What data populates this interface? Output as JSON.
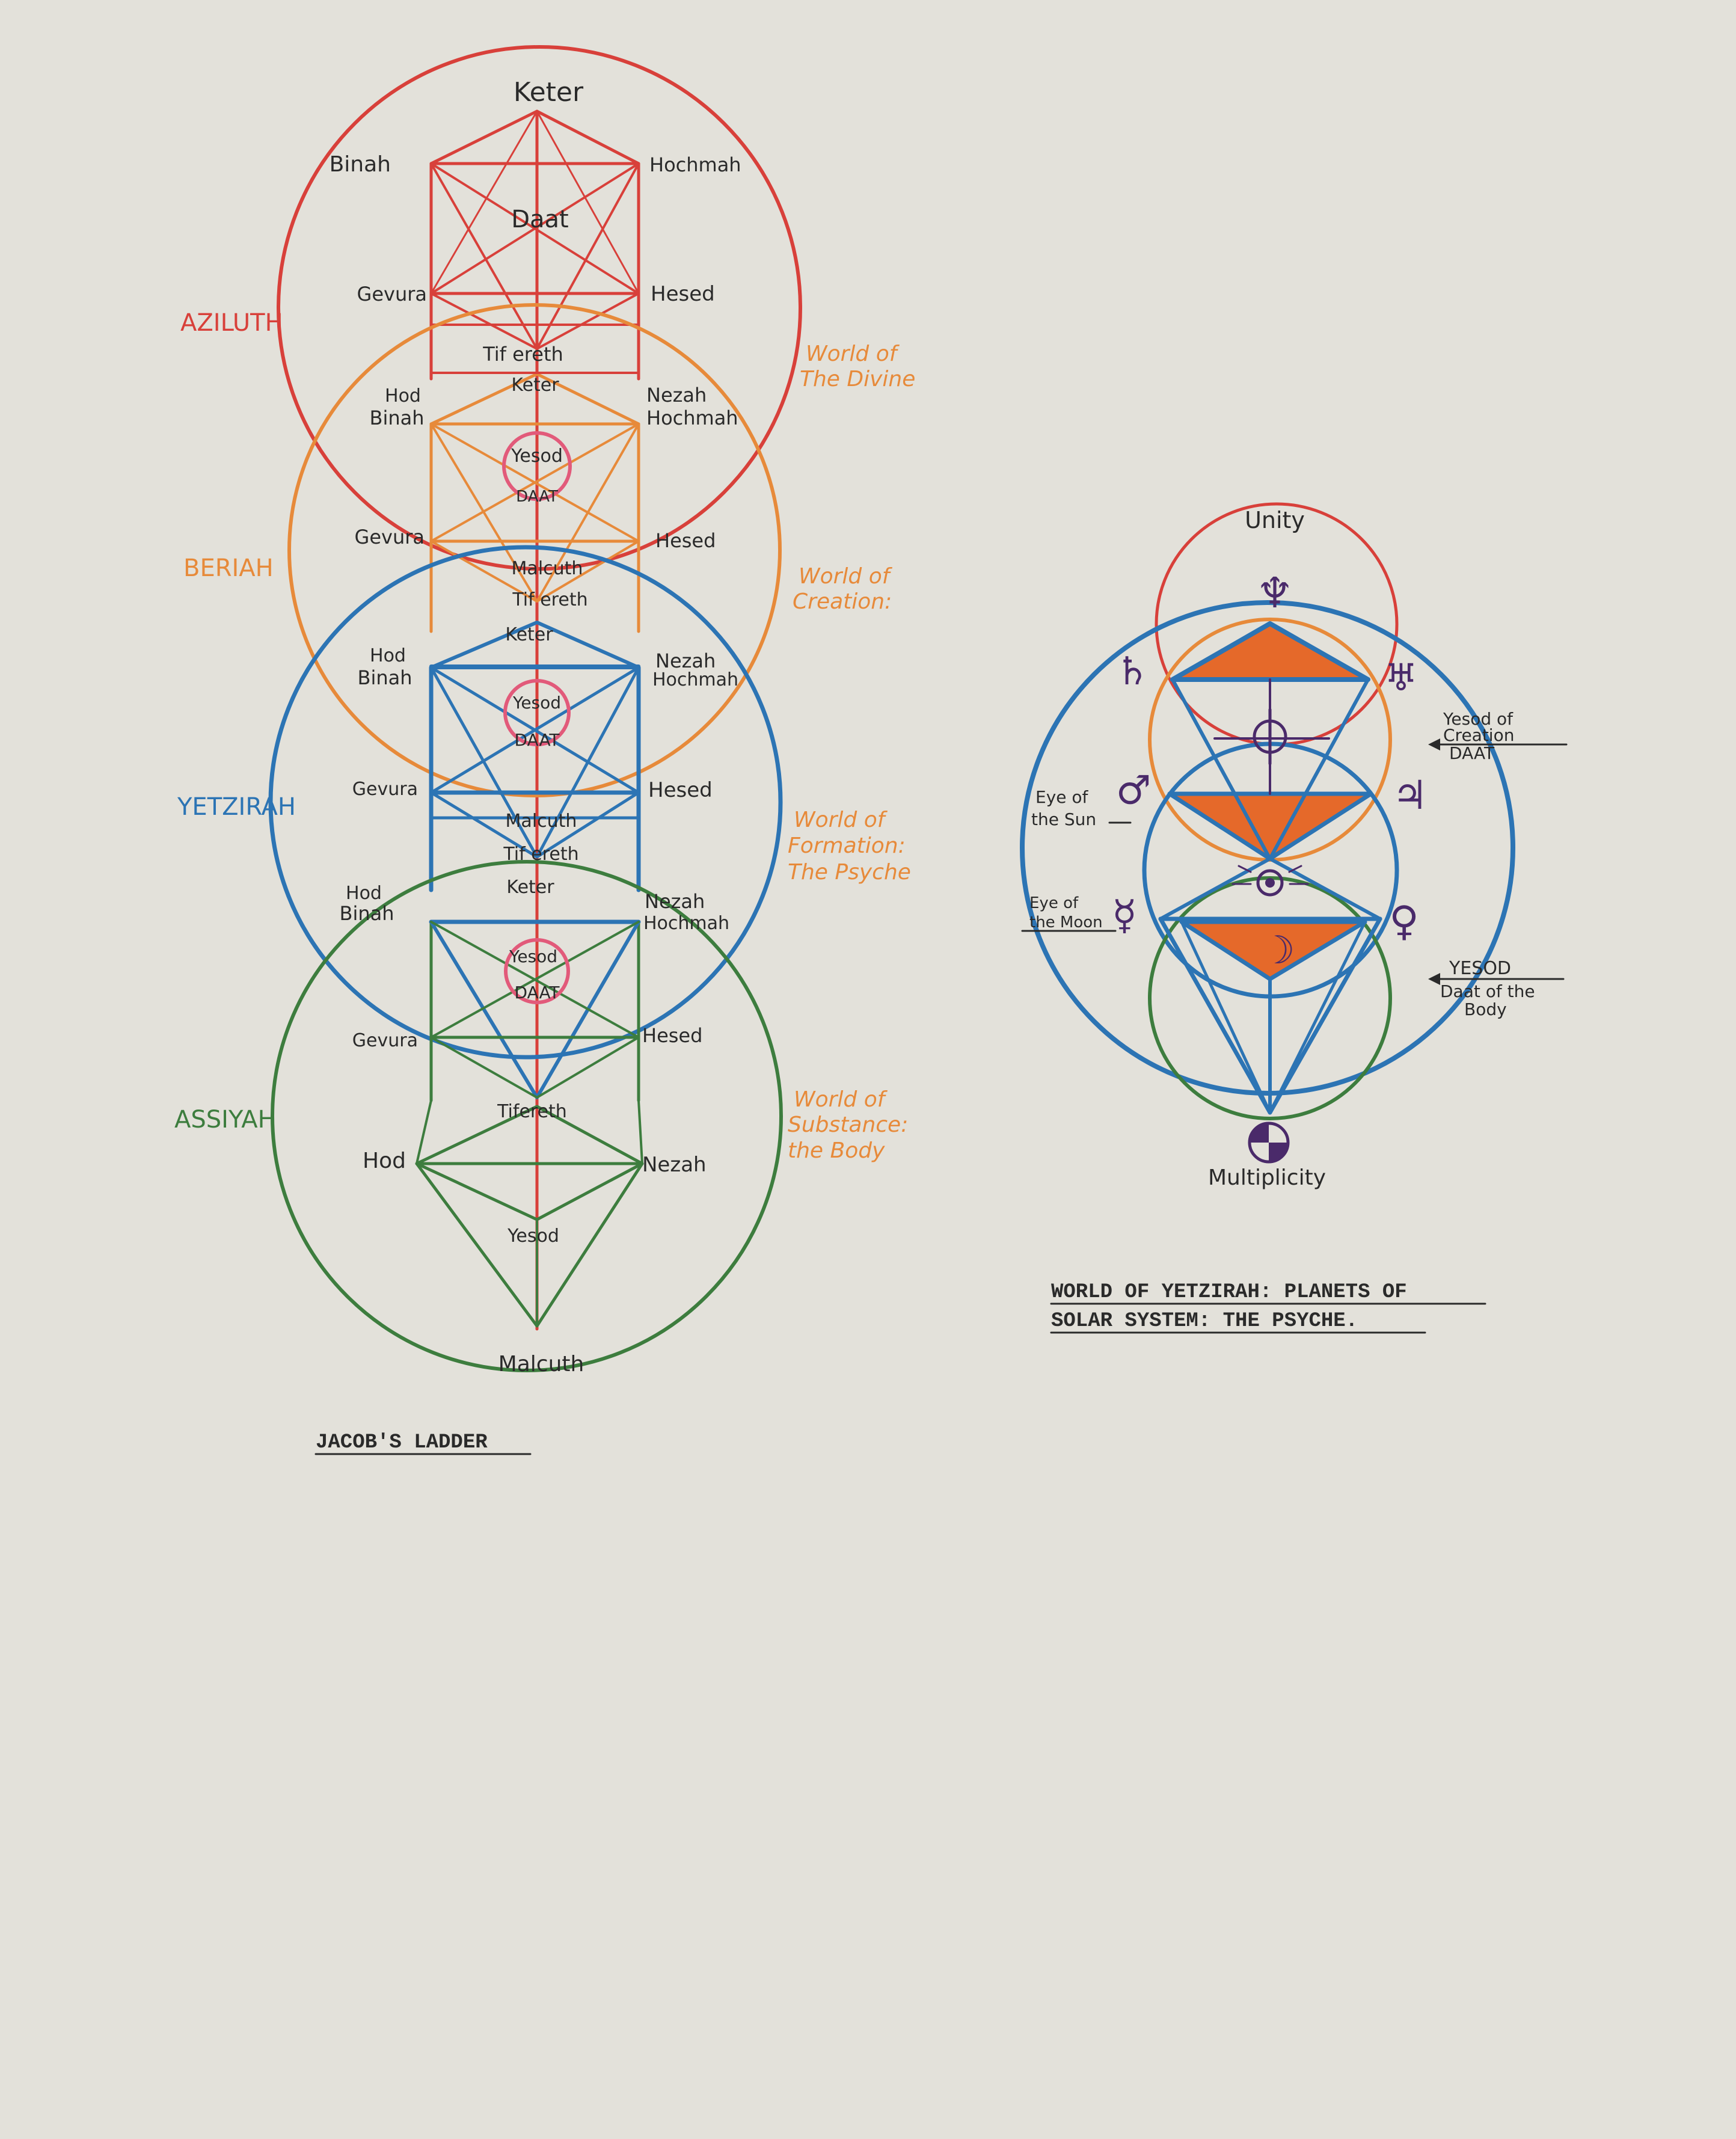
{
  "colors": {
    "paper": "#e3e1da",
    "red": "#d8403a",
    "orange": "#e78a3a",
    "blue": "#2c74b4",
    "green": "#3d7d3e",
    "pink": "#e25a7a",
    "ink": "#2a2a2a",
    "purple": "#4a2a6a"
  },
  "ladder": {
    "top_label": "Keter",
    "bottom_label": "Malcuth",
    "caption": "JACOB'S LADDER",
    "worlds": [
      {
        "id": "aziluth",
        "name": "AZILUTH",
        "color": "red",
        "subtitle": [
          "World of",
          "The Divine"
        ],
        "labels": {
          "binah": "Binah",
          "hochmah": "Hochmah",
          "daat": "Daat",
          "gevura": "Gevura",
          "hesed": "Hesed",
          "tiferet": "Tif ereth"
        }
      },
      {
        "id": "beriah",
        "name": "BERIAH",
        "color": "orange",
        "subtitle": [
          "World of",
          "Creation:"
        ],
        "labels": {
          "keter": "Keter",
          "hod": "Hod",
          "binah": "Binah",
          "nezah": "Nezah",
          "hochmah": "Hochmah",
          "yesod": "Yesod",
          "daat": "DAAT",
          "gevura": "Gevura",
          "hesed": "Hesed",
          "malcuth": "Malcuth",
          "tiferet": "Tif ereth"
        }
      },
      {
        "id": "yetzirah",
        "name": "YETZIRAH",
        "color": "blue",
        "subtitle": [
          "World of",
          "Formation:",
          "The Psyche"
        ],
        "labels": {
          "keter": "Keter",
          "hod": "Hod",
          "binah": "Binah",
          "nezah": "Nezah",
          "hochmah": "Hochmah",
          "yesod": "Yesod",
          "daat": "DAAT",
          "gevura": "Gevura",
          "hesed": "Hesed",
          "malcuth": "Malcuth",
          "tiferet": "Tif ereth"
        }
      },
      {
        "id": "assiyah",
        "name": "ASSIYAH",
        "color": "green",
        "subtitle": [
          "World of",
          "Substance:",
          "the Body"
        ],
        "labels": {
          "keter": "Keter",
          "hod": "Hod",
          "binah": "Binah",
          "nezah": "Nezah",
          "hochmah": "Hochmah",
          "yesod": "Yesod",
          "daat": "DAAT",
          "gevura": "Gevura",
          "hesed": "Hesed",
          "tiferet": "Tifereth",
          "hod_lower": "Hod",
          "nezah_lower": "Nezah",
          "yesod_lower": "Yesod",
          "malcuth": "Malcuth"
        }
      }
    ]
  },
  "planets": {
    "top_label": "Unity",
    "bottom_label": "Multiplicity",
    "glyphs": {
      "neptune": "♆",
      "saturn": "♄",
      "uranus": "♅",
      "sun": "⊕",
      "mars": "♂",
      "jupiter": "♃",
      "mercury": "☿",
      "venus": "♀",
      "moon": "☽",
      "eye": "⊙",
      "earth": "⊕"
    },
    "side_labels": {
      "eye_sun": [
        "Eye of",
        "the Sun"
      ],
      "eye_moon": [
        "Eye of",
        "the Moon"
      ],
      "yesod_creation": [
        "Yesod of",
        "Creation",
        "DAAT"
      ],
      "yesod_body": [
        "YESOD",
        "Daat of the",
        "Body"
      ]
    },
    "caption": [
      "WORLD OF YETZIRAH: PLANETS OF",
      "SOLAR SYSTEM: THE PSYCHE."
    ]
  }
}
